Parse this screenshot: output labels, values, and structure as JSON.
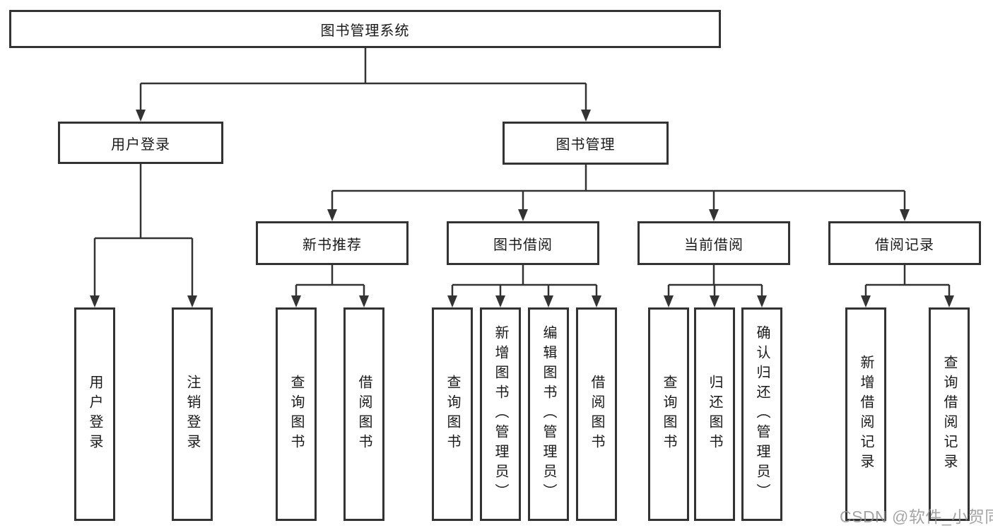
{
  "colors": {
    "line": "#333333",
    "box_border": "#333333",
    "text": "#1a1a1a",
    "background": "#ffffff",
    "watermark": "#8f8f8f"
  },
  "watermark": "CSDN @软件_小贺同学",
  "tree": {
    "root": "图书管理系统",
    "branches": [
      {
        "label": "用户登录",
        "leaves": [
          "用户登录",
          "注销登录"
        ]
      },
      {
        "label": "图书管理",
        "groups": [
          {
            "label": "新书推荐",
            "leaves": [
              "查询图书",
              "借阅图书"
            ]
          },
          {
            "label": "图书借阅",
            "leaves": [
              "查询图书",
              "新增图书（管理员）",
              "编辑图书（管理员）",
              "借阅图书"
            ]
          },
          {
            "label": "当前借阅",
            "leaves": [
              "查询图书",
              "归还图书",
              "确认归还（管理员）"
            ]
          },
          {
            "label": "借阅记录",
            "leaves": [
              "新增借阅记录",
              "查询借阅记录"
            ]
          }
        ]
      }
    ]
  }
}
